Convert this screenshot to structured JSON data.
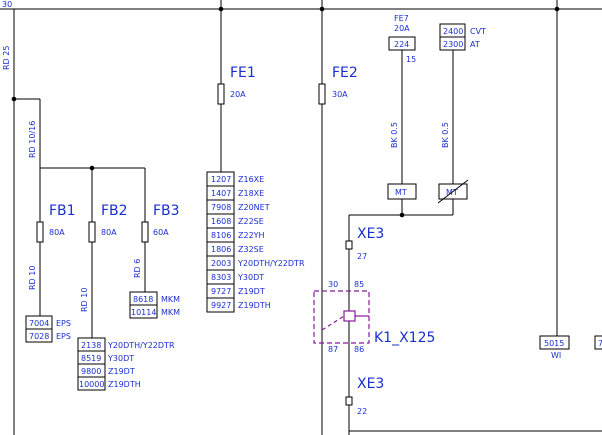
{
  "top_label": "30",
  "wire_labels": {
    "rd25": "RD 25",
    "rd1016": "RD 10/16",
    "rd10_a": "RD 10",
    "rd10_b": "RD 10",
    "rd6": "RD 6",
    "bk05_a": "BK 0.5",
    "bk05_b": "BK 0.5"
  },
  "fuses": {
    "fb1": {
      "name": "FB1",
      "rating": "80A"
    },
    "fb2": {
      "name": "FB2",
      "rating": "80A"
    },
    "fb3": {
      "name": "FB3",
      "rating": "60A"
    },
    "fe1": {
      "name": "FE1",
      "rating": "20A"
    },
    "fe2": {
      "name": "FE2",
      "rating": "30A"
    }
  },
  "fe7": {
    "name": "FE7",
    "rating": "20A",
    "code": "224",
    "pin": "15"
  },
  "cvt_at": [
    {
      "code": "2400",
      "label": "CVT"
    },
    {
      "code": "2300",
      "label": "AT"
    }
  ],
  "fb1_table": [
    {
      "code": "7004",
      "label": "EPS"
    },
    {
      "code": "7028",
      "label": "EPS"
    }
  ],
  "fb2_table": [
    {
      "code": "2138",
      "label": "Y20DTH/Y22DTR"
    },
    {
      "code": "8519",
      "label": "Y30DT"
    },
    {
      "code": "9800",
      "label": "Z19DT"
    },
    {
      "code": "10000",
      "label": "Z19DTH"
    }
  ],
  "fb3_table": [
    {
      "code": "8618",
      "label": "MKM"
    },
    {
      "code": "10114",
      "label": "MKM"
    }
  ],
  "fe1_table": [
    {
      "code": "1207",
      "label": "Z16XE"
    },
    {
      "code": "1407",
      "label": "Z18XE"
    },
    {
      "code": "7908",
      "label": "Z20NET"
    },
    {
      "code": "1608",
      "label": "Z22SE"
    },
    {
      "code": "8106",
      "label": "Z22YH"
    },
    {
      "code": "1806",
      "label": "Z32SE"
    },
    {
      "code": "2003",
      "label": "Y20DTH/Y22DTR"
    },
    {
      "code": "8303",
      "label": "Y30DT"
    },
    {
      "code": "9727",
      "label": "Z19DT"
    },
    {
      "code": "9927",
      "label": "Z19DTH"
    }
  ],
  "mt_boxes": [
    "MT",
    "MT"
  ],
  "connectors": {
    "xe3_top": {
      "name": "XE3",
      "pin": "27"
    },
    "xe3_bottom": {
      "name": "XE3",
      "pin": "22"
    }
  },
  "relay": {
    "name": "K1_X125",
    "pin_30": "30",
    "pin_85": "85",
    "pin_87": "87",
    "pin_86": "86"
  },
  "right_box": {
    "code": "5015",
    "label": "WI",
    "partial": "7"
  }
}
